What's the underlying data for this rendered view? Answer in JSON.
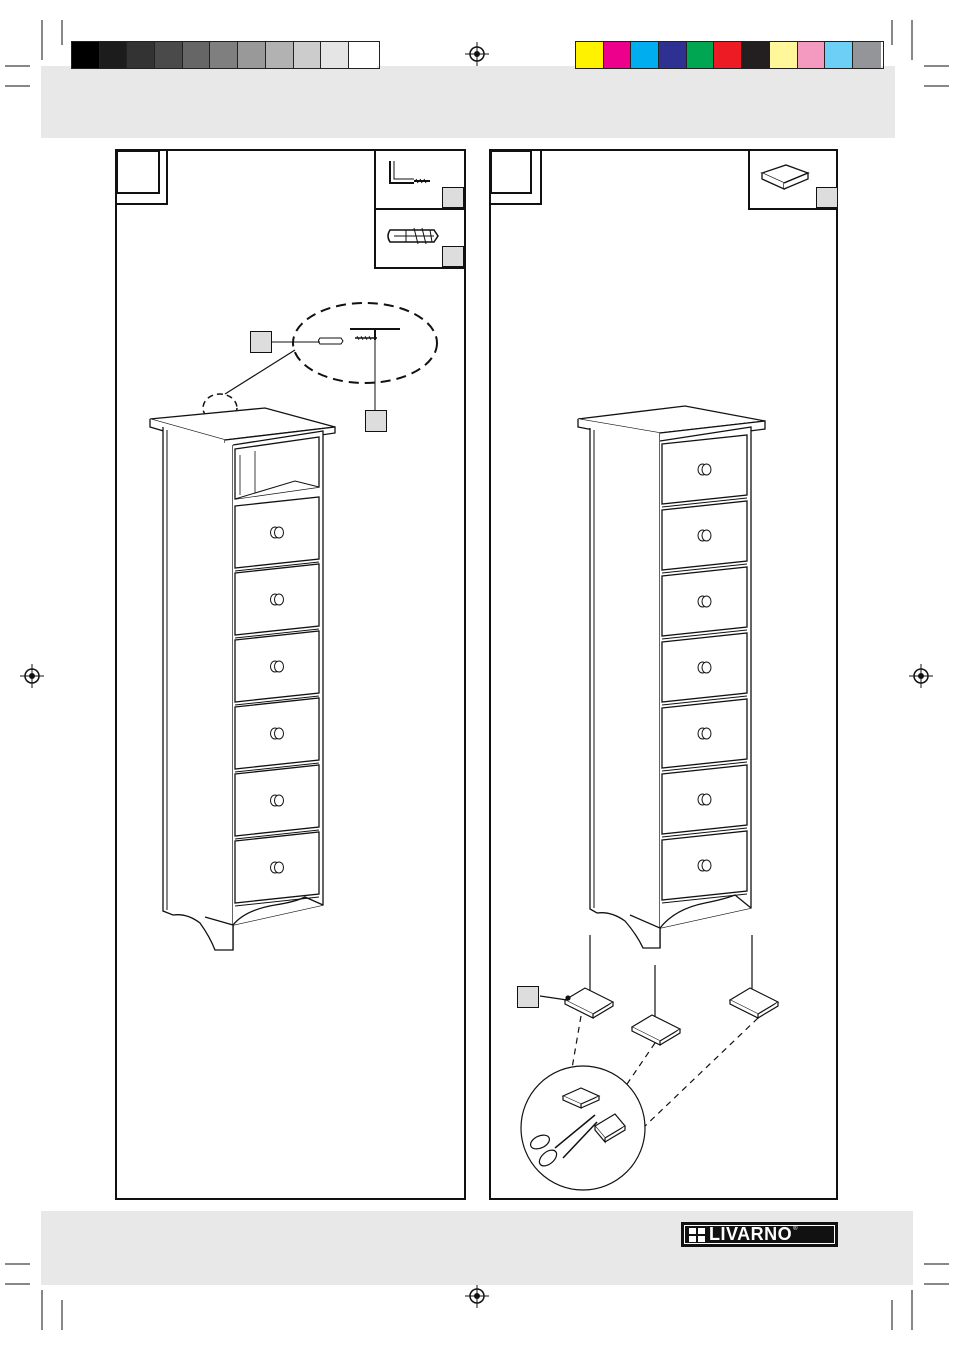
{
  "brand": {
    "name": "LIVARNO",
    "registered_mark": "®"
  },
  "color_bars": {
    "grayscale": [
      "#000000",
      "#1c1c1c",
      "#333333",
      "#4a4a4a",
      "#666666",
      "#7f7f7f",
      "#999999",
      "#b2b2b2",
      "#cccccc",
      "#e5e5e5",
      "#ffffff"
    ],
    "process": [
      "#fff200",
      "#ec008c",
      "#00aeef",
      "#2e3192",
      "#00a651",
      "#ed1c24",
      "#231f20",
      "#fff799",
      "#f49ac1",
      "#6dcff6",
      "#939598"
    ]
  },
  "steps": [
    {
      "id": "left",
      "step_number": "",
      "parts": [
        {
          "icon": "angle-bracket-screw-icon",
          "label": ""
        },
        {
          "icon": "wall-plug-icon",
          "label": ""
        }
      ],
      "callouts": [
        "",
        ""
      ]
    },
    {
      "id": "right",
      "step_number": "",
      "parts": [
        {
          "icon": "felt-pad-icon",
          "label": ""
        }
      ],
      "callouts": [
        ""
      ]
    }
  ]
}
